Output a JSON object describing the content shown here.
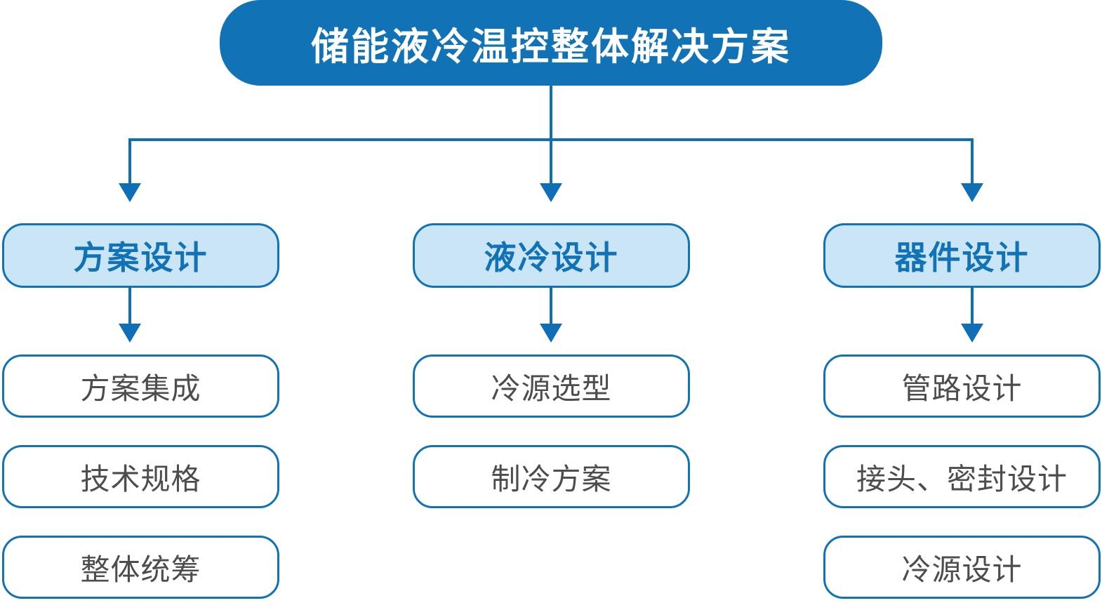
{
  "diagram": {
    "root": "储能液冷温控整体解决方案",
    "branches": [
      {
        "label": "方案设计",
        "children": [
          "方案集成",
          "技术规格",
          "整体统筹"
        ]
      },
      {
        "label": "液冷设计",
        "children": [
          "冷源选型",
          "制冷方案"
        ]
      },
      {
        "label": "器件设计",
        "children": [
          "管路设计",
          "接头、密封设计",
          "冷源设计"
        ]
      }
    ],
    "colors": {
      "accent": "#1172B5",
      "line": "#0E6FB6",
      "light": "#C9E5F6",
      "gray": "#4D4D4D",
      "white": "#FFFFFF"
    }
  }
}
